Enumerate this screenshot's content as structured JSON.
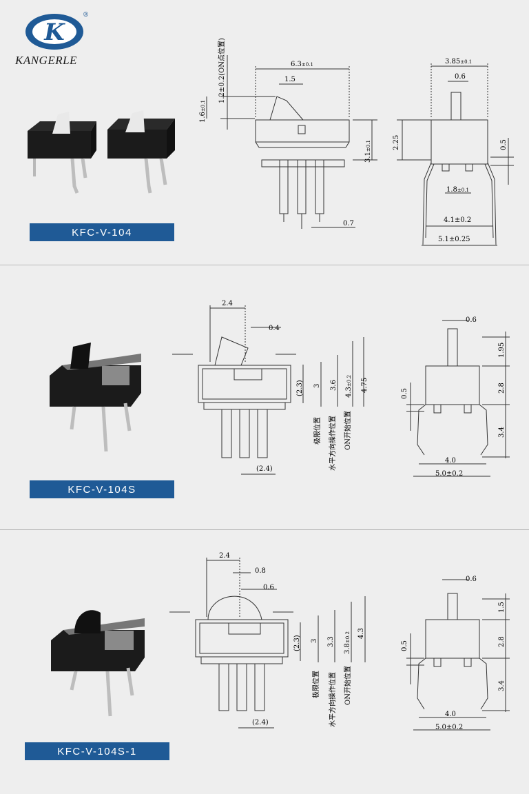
{
  "brand": {
    "name": "KANGERLE",
    "registered": "®",
    "logo_letter": "K"
  },
  "products": [
    {
      "model": "KFC-V-104",
      "dims_front": {
        "width": "6.3",
        "width_tol": "±0.1",
        "lever": "1.5",
        "pos_label": "1.2±0.2(ON点位置)",
        "lever_h": "1.6",
        "lever_h_tol": "±0.1",
        "body_h": "3.1",
        "body_h_tol": "±0.1",
        "pin": "0.7"
      },
      "dims_side": {
        "width": "3.85",
        "width_tol": "±0.1",
        "lever": "0.6",
        "h1": "2.25",
        "h2": "0.5",
        "pin_pitch": "1.8",
        "pin_pitch_tol": "±0.1",
        "span": "4.1±0.2",
        "span_total": "5.1±0.25"
      }
    },
    {
      "model": "KFC-V-104S",
      "dims_front": {
        "top": "2.4",
        "off": "0.4",
        "d1": "(2.3)",
        "d2": "3",
        "d3": "3.6",
        "d4": "4.3",
        "d4_tol": "±0.2",
        "d5": "4.75",
        "pitch": "(2.4)",
        "lbl1": "极限位置",
        "lbl2": "水平方向操作位置",
        "lbl3": "ON开始位置"
      },
      "dims_side": {
        "lever": "0.6",
        "h1": "1.95",
        "h2": "2.8",
        "h3": "3.4",
        "h4": "0.5",
        "span": "4.0",
        "span_total": "5.0±0.2"
      }
    },
    {
      "model": "KFC-V-104S-1",
      "dims_front": {
        "top": "2.4",
        "off1": "0.8",
        "off2": "0.6",
        "d1": "(2.3)",
        "d2": "3",
        "d3": "3.3",
        "d4": "3.8",
        "d4_tol": "±0.2",
        "d5": "4.3",
        "pitch": "(2.4)",
        "lbl1": "极限位置",
        "lbl2": "水平方向操作位置",
        "lbl3": "ON开始位置"
      },
      "dims_side": {
        "lever": "0.6",
        "h1": "1.5",
        "h2": "2.8",
        "h3": "3.4",
        "h4": "0.5",
        "span": "4.0",
        "span_total": "5.0±0.2"
      }
    }
  ],
  "colors": {
    "badge": "#1f5a96",
    "background": "#eeeeee",
    "line": "#333333",
    "logo_blue": "#1f5a96"
  }
}
